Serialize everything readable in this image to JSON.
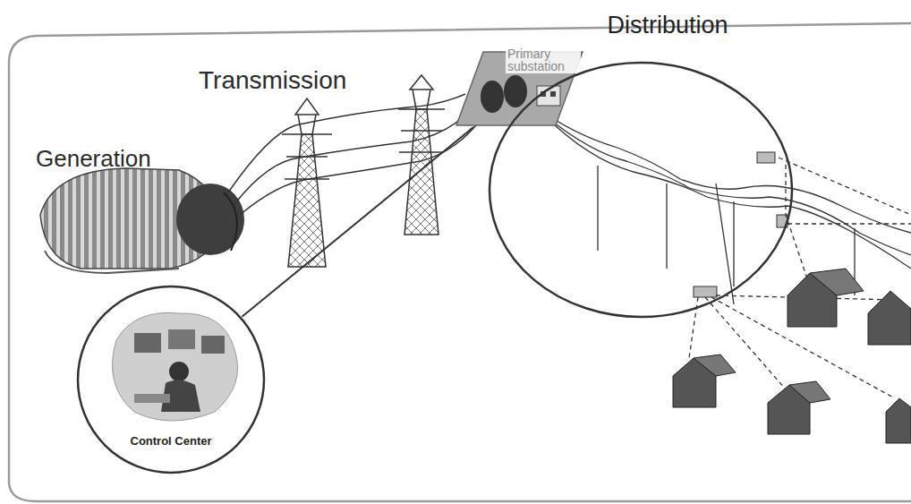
{
  "diagram": {
    "nodes": [
      {
        "text": [
          "Primary substation"
        ]
      },
      {
        "text": [
          "Distribution"
        ]
      },
      {
        "text": [
          "Control Center"
        ]
      }
    ],
    "edges": [
      {
        "from": 0,
        "to": 2,
        "arrow": "none"
      }
    ],
    "labels": [
      "Generation",
      "Transmission"
    ]
  }
}
